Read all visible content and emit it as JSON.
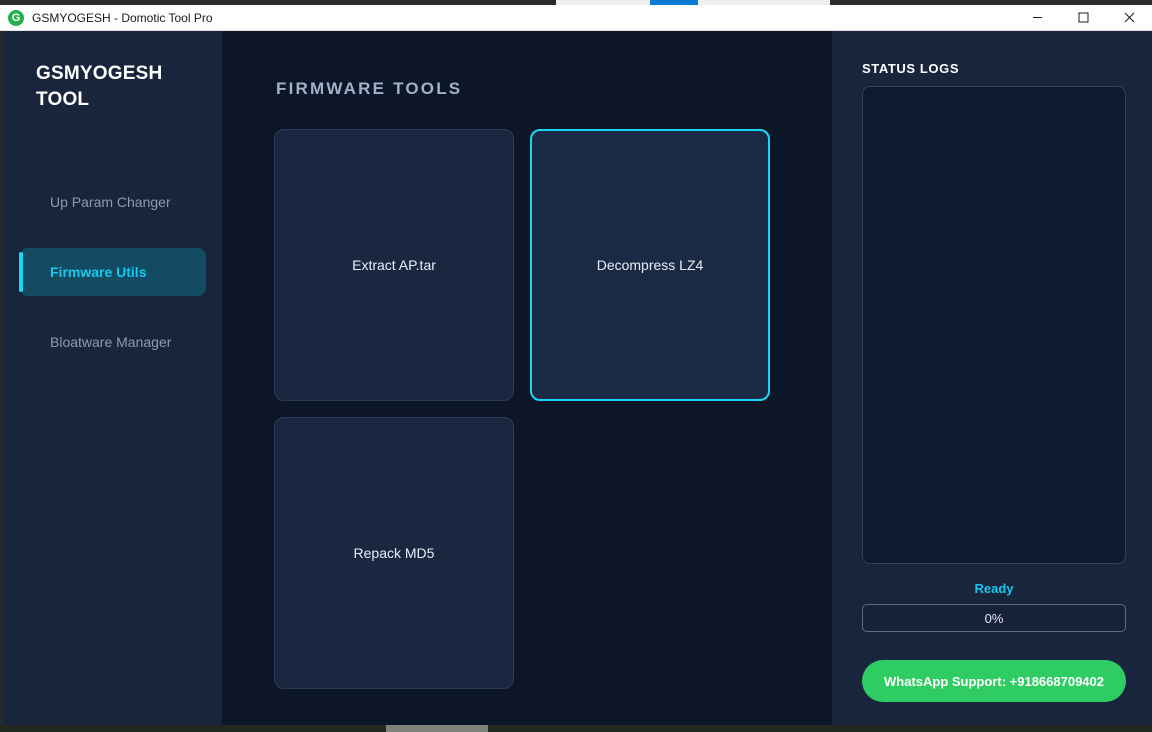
{
  "window": {
    "title": "GSMYOGESH - Domotic Tool Pro",
    "app_icon": "app-logo-g-icon",
    "icon_letter": "G",
    "controls": {
      "minimize": "minimize-icon",
      "maximize": "maximize-icon",
      "close": "close-icon"
    }
  },
  "sidebar": {
    "brand": "GSMYOGESH TOOL",
    "items": [
      {
        "label": "Up Param Changer",
        "active": false
      },
      {
        "label": "Firmware Utils",
        "active": true
      },
      {
        "label": "Bloatware Manager",
        "active": false
      }
    ]
  },
  "main": {
    "title": "FIRMWARE TOOLS",
    "cards": [
      {
        "label": "Extract AP.tar",
        "selected": false
      },
      {
        "label": "Decompress LZ4",
        "selected": true
      },
      {
        "label": "Repack MD5",
        "selected": false
      }
    ]
  },
  "right_panel": {
    "logs_title": "STATUS LOGS",
    "log_content": "",
    "status": "Ready",
    "progress_label": "0%",
    "progress_percent": 0,
    "whatsapp_label": "WhatsApp Support: +918668709402"
  },
  "colors": {
    "accent_cyan": "#1ad6f5",
    "whatsapp_green": "#2ecc62",
    "sidebar_bg": "#18253d",
    "content_bg": "#0d1626",
    "card_bg": "#1a2740"
  }
}
